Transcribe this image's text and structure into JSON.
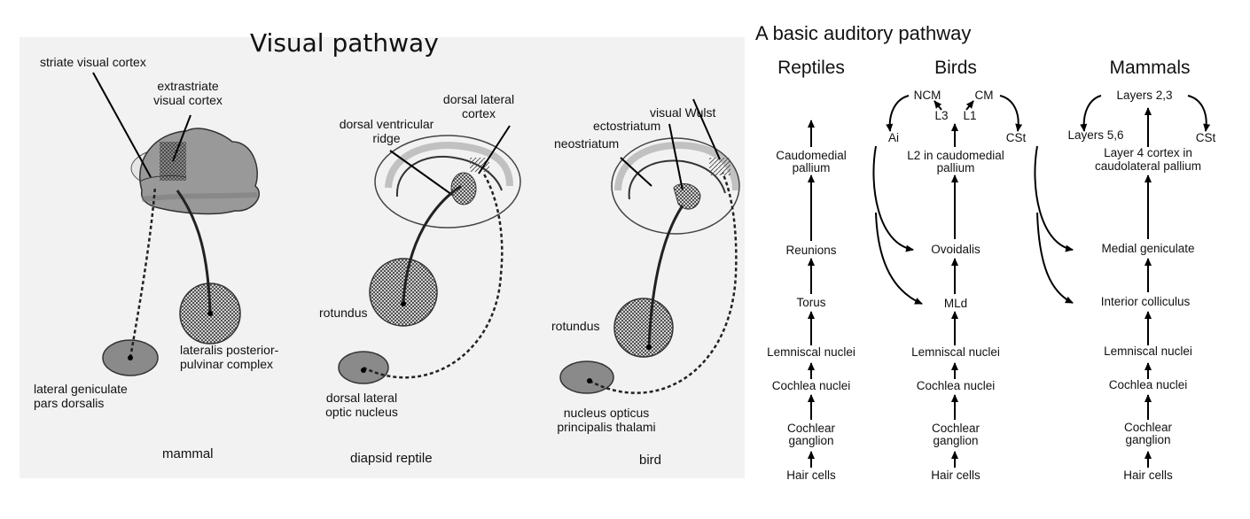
{
  "left": {
    "title": "Visual pathway",
    "mammal": {
      "caption": "mammal",
      "labels": {
        "striate": "striate visual cortex",
        "extrastriate_1": "extrastriate",
        "extrastriate_2": "visual cortex",
        "lgn_1": "lateral geniculate",
        "lgn_2": "pars dorsalis",
        "lp_1": "lateralis posterior-",
        "lp_2": "pulvinar complex"
      }
    },
    "reptile": {
      "caption": "diapsid reptile",
      "labels": {
        "dlc_1": "dorsal lateral",
        "dlc_2": "cortex",
        "dvr_1": "dorsal ventricular",
        "dvr_2": "ridge",
        "rotundus": "rotundus",
        "dlon_1": "dorsal lateral",
        "dlon_2": "optic nucleus"
      }
    },
    "bird": {
      "caption": "bird",
      "labels": {
        "wulst": "visual Wulst",
        "ecto": "ectostriatum",
        "neo": "neostriatum",
        "rotundus": "rotundus",
        "nopt_1": "nucleus opticus",
        "nopt_2": "principalis thalami"
      }
    }
  },
  "right": {
    "title": "A basic auditory pathway",
    "columns": {
      "reptiles": {
        "header": "Reptiles",
        "nodes": {
          "pallium_1": "Caudomedial",
          "pallium_2": "pallium",
          "reunions": "Reunions",
          "torus": "Torus",
          "lemniscal": "Lemniscal nuclei",
          "cochlea": "Cochlea nuclei",
          "ganglion_1": "Cochlear",
          "ganglion_2": "ganglion",
          "hair": "Hair cells"
        }
      },
      "birds": {
        "header": "Birds",
        "nodes": {
          "ncm": "NCM",
          "cm": "CM",
          "l3": "L3",
          "l1": "L1",
          "ai": "Ai",
          "cst": "CSt",
          "l2_1": "L2 in caudomedial",
          "l2_2": "pallium",
          "ovoidalis": "Ovoidalis",
          "mld": "MLd",
          "lemniscal": "Lemniscal nuclei",
          "cochlea": "Cochlea nuclei",
          "ganglion_1": "Cochlear",
          "ganglion_2": "ganglion",
          "hair": "Hair cells"
        }
      },
      "mammals": {
        "header": "Mammals",
        "nodes": {
          "layers23": "Layers 2,3",
          "layers56": "Layers 5,6",
          "cst": "CSt",
          "l4_1": "Layer 4 cortex in",
          "l4_2": "caudolateral pallium",
          "medgen": "Medial geniculate",
          "infcol": "Interior colliculus",
          "lemniscal": "Lemniscal nuclei",
          "cochlea": "Cochlea nuclei",
          "ganglion_1": "Cochlear",
          "ganglion_2": "ganglion",
          "hair": "Hair cells"
        }
      }
    }
  }
}
